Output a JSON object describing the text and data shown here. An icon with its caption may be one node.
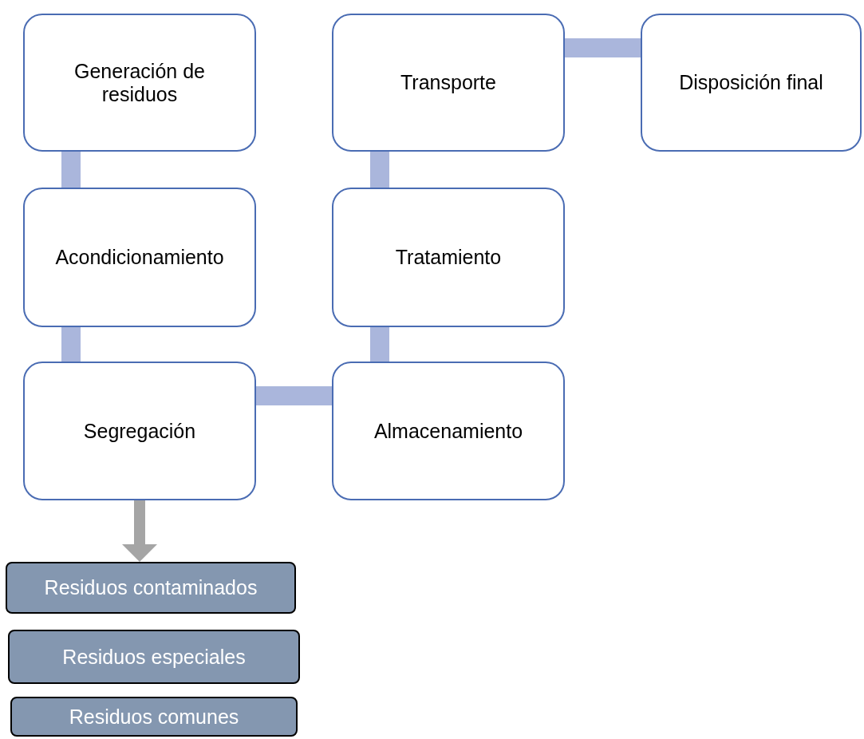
{
  "diagram": {
    "nodes": [
      {
        "text": [
          "Generación de residuos"
        ]
      },
      {
        "text": [
          "Acondicionamiento"
        ]
      },
      {
        "text": [
          "Segregación"
        ]
      },
      {
        "text": [
          "Almacenamiento"
        ]
      },
      {
        "text": [
          "Tratamiento"
        ]
      },
      {
        "text": [
          "Transporte"
        ]
      },
      {
        "text": [
          "Disposición final"
        ]
      },
      {
        "text": [
          "Residuos contaminados"
        ]
      },
      {
        "text": [
          "Residuos especiales"
        ]
      },
      {
        "text": [
          "Residuos comunes"
        ]
      }
    ],
    "edges": [
      {
        "from": 0,
        "to": 1,
        "arrow": "none"
      },
      {
        "from": 1,
        "to": 2,
        "arrow": "none"
      },
      {
        "from": 2,
        "to": 3,
        "arrow": "none"
      },
      {
        "from": 3,
        "to": 4,
        "arrow": "none"
      },
      {
        "from": 4,
        "to": 5,
        "arrow": "none"
      },
      {
        "from": 5,
        "to": 6,
        "arrow": "none"
      },
      {
        "from": 2,
        "to": 7,
        "arrow": "to",
        "color": "#a5a5a5"
      }
    ]
  }
}
